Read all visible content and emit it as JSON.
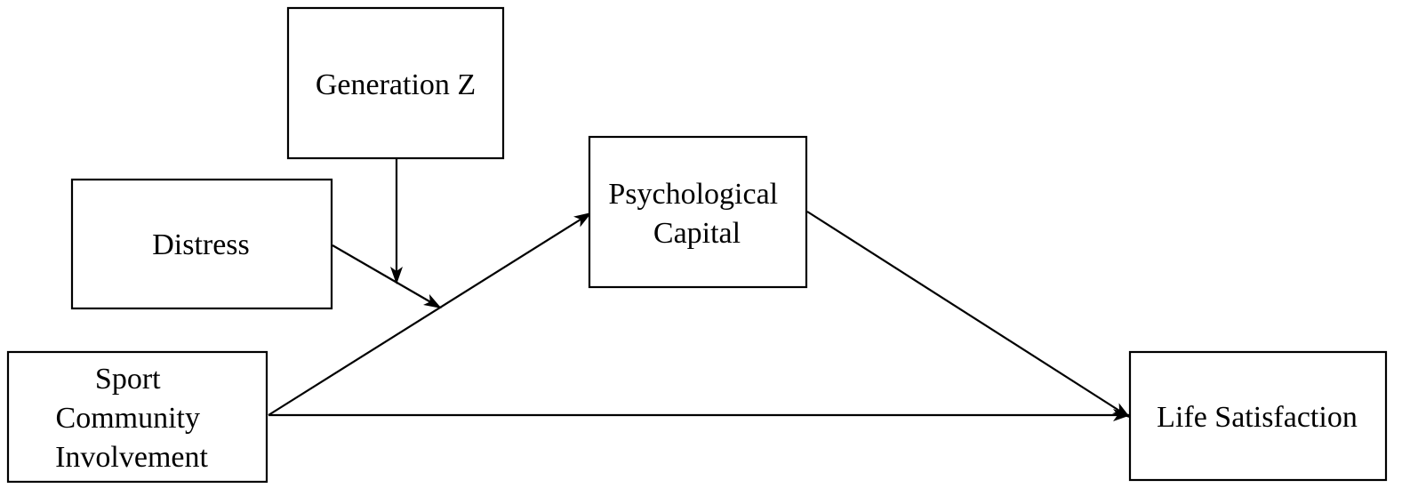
{
  "diagram": {
    "nodes": {
      "generation_z": {
        "lines": [
          "Generation Z"
        ]
      },
      "distress": {
        "lines": [
          "Distress"
        ]
      },
      "psychological_capital": {
        "lines": [
          "Psychological",
          "Capital"
        ]
      },
      "sport_community_involvement": {
        "lines": [
          "Sport",
          "Community",
          "Involvement"
        ]
      },
      "life_satisfaction": {
        "lines": [
          "Life Satisfaction"
        ]
      }
    },
    "edges": [
      {
        "from": "sport_community_involvement",
        "to": "psychological_capital"
      },
      {
        "from": "psychological_capital",
        "to": "life_satisfaction"
      },
      {
        "from": "sport_community_involvement",
        "to": "life_satisfaction"
      },
      {
        "from": "distress",
        "to": "path:sport_community_involvement->psychological_capital"
      },
      {
        "from": "generation_z",
        "to": "path:distress->path"
      }
    ]
  }
}
